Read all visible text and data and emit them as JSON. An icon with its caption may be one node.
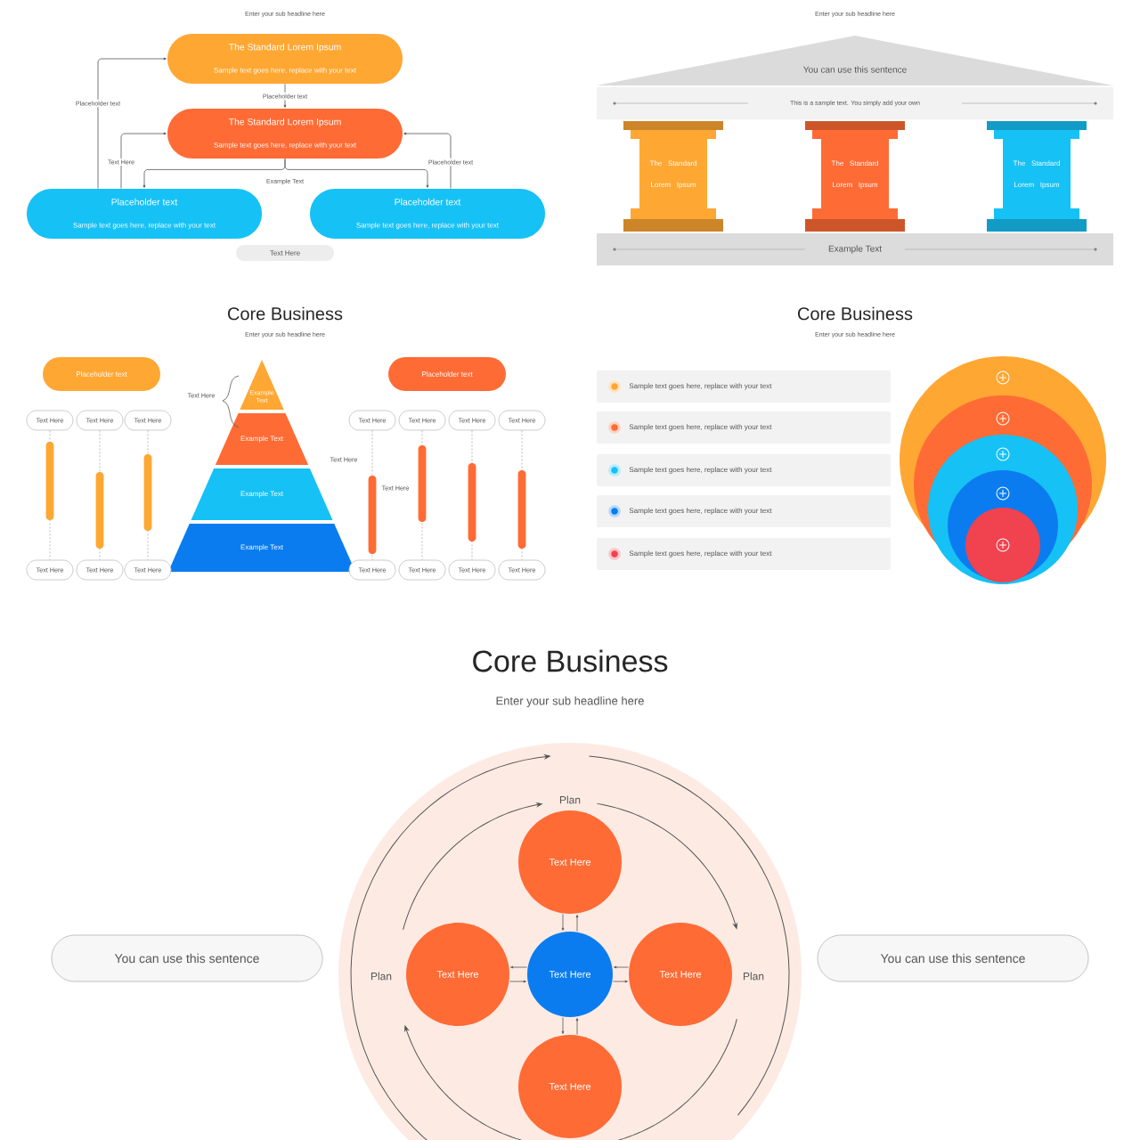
{
  "diagram": {
    "nodes": [
      {
        "text": [
          "The Standard Lorem Ipsum",
          "Sample text goes here, replace with your text"
        ]
      },
      {
        "text": [
          "The Standard Lorem Ipsum",
          "Sample text goes here, replace with your text"
        ]
      },
      {
        "text": [
          "Placeholder text",
          "Sample text goes here, replace with your text"
        ]
      },
      {
        "text": [
          "Placeholder text",
          "Sample text goes here, replace with your text"
        ]
      },
      {
        "text": [
          "Text Here"
        ]
      },
      {
        "text": [
          "You can use this sentence"
        ]
      },
      {
        "text": [
          "This is a sample text. You simply add your own"
        ]
      },
      {
        "text": [
          "The Standard Lorem Ipsum"
        ]
      },
      {
        "text": [
          "The Standard Lorem Ipsum"
        ]
      },
      {
        "text": [
          "The Standard Lorem Ipsum"
        ]
      },
      {
        "text": [
          "Example Text"
        ]
      },
      {
        "text": [
          "Placeholder text"
        ]
      },
      {
        "text": [
          "Placeholder text"
        ]
      },
      {
        "text": [
          "Example Text"
        ]
      },
      {
        "text": [
          "Example Text"
        ]
      },
      {
        "text": [
          "Example Text"
        ]
      },
      {
        "text": [
          "Example Text"
        ]
      },
      {
        "text": [
          "Text Here"
        ]
      },
      {
        "text": [
          "Text Here"
        ]
      },
      {
        "text": [
          "Text Here"
        ]
      },
      {
        "text": [
          "Text Here"
        ]
      },
      {
        "text": [
          "Text Here"
        ]
      },
      {
        "text": [
          "Text Here"
        ]
      },
      {
        "text": [
          "Text Here"
        ]
      },
      {
        "text": [
          "Text Here"
        ]
      },
      {
        "text": [
          "Text Here"
        ]
      },
      {
        "text": [
          "Text Here"
        ]
      },
      {
        "text": [
          "Text Here"
        ]
      },
      {
        "text": [
          "Text Here"
        ]
      },
      {
        "text": [
          "Text Here"
        ]
      },
      {
        "text": [
          "Text Here"
        ]
      },
      {
        "text": [
          "Sample text goes here, replace with your text"
        ]
      },
      {
        "text": [
          "Sample text goes here, replace with your text"
        ]
      },
      {
        "text": [
          "Sample text goes here, replace with your text"
        ]
      },
      {
        "text": [
          "Sample text goes here, replace with your text"
        ]
      },
      {
        "text": [
          "Sample text goes here, replace with your text"
        ]
      },
      {
        "text": [
          "You can use this sentence"
        ]
      },
      {
        "text": [
          "Text Here"
        ]
      },
      {
        "text": [
          "Text Here"
        ]
      },
      {
        "text": [
          "Text Here"
        ]
      },
      {
        "text": [
          "Text Here"
        ]
      },
      {
        "text": [
          "Text Here"
        ]
      },
      {
        "text": [
          "You can use this sentence"
        ]
      }
    ],
    "edges": [
      {
        "from": 0,
        "to": 1,
        "arrow": "to",
        "label": "Placeholder text"
      },
      {
        "from": 2,
        "to": 0,
        "arrow": "to",
        "label": "Placeholder text"
      },
      {
        "from": 2,
        "to": 1,
        "arrow": "to",
        "label": "Text Here"
      },
      {
        "from": 3,
        "to": 1,
        "arrow": "to",
        "label": "Placeholder text"
      },
      {
        "from": 1,
        "to": 2,
        "arrow": "to"
      },
      {
        "from": 1,
        "to": 3,
        "arrow": "to"
      },
      {
        "from": 17,
        "to": 24,
        "arrow": "none",
        "style": "dashed",
        "color": "#aaaaaa"
      },
      {
        "from": 18,
        "to": 25,
        "arrow": "none",
        "style": "dashed",
        "color": "#aaaaaa"
      },
      {
        "from": 19,
        "to": 26,
        "arrow": "none",
        "style": "dashed",
        "color": "#aaaaaa"
      },
      {
        "from": 20,
        "to": 27,
        "arrow": "none",
        "style": "dashed",
        "color": "#aaaaaa"
      },
      {
        "from": 21,
        "to": 28,
        "arrow": "none",
        "style": "dashed",
        "color": "#aaaaaa"
      },
      {
        "from": 22,
        "to": 29,
        "arrow": "none",
        "style": "dashed",
        "color": "#aaaaaa"
      },
      {
        "from": 23,
        "to": 30,
        "arrow": "none",
        "style": "dashed",
        "color": "#aaaaaa"
      },
      {
        "from": 39,
        "to": 37,
        "arrow": "to"
      },
      {
        "from": 37,
        "to": 39,
        "arrow": "to"
      },
      {
        "from": 39,
        "to": 38,
        "arrow": "to"
      },
      {
        "from": 38,
        "to": 39,
        "arrow": "to"
      },
      {
        "from": 39,
        "to": 40,
        "arrow": "to"
      },
      {
        "from": 40,
        "to": 39,
        "arrow": "to"
      },
      {
        "from": 39,
        "to": 41,
        "arrow": "to"
      },
      {
        "from": 41,
        "to": 39,
        "arrow": "to"
      }
    ],
    "labels": [
      "Enter your sub headline here",
      "Example Text",
      "Enter your sub headline here",
      "Core Business",
      "Enter your sub headline here",
      "Text Here",
      "Text Here",
      "Text Here",
      "Core Business",
      "Enter your sub headline here",
      "Core Business",
      "Enter your sub headline here",
      "Plan",
      "Plan",
      "Plan"
    ]
  }
}
